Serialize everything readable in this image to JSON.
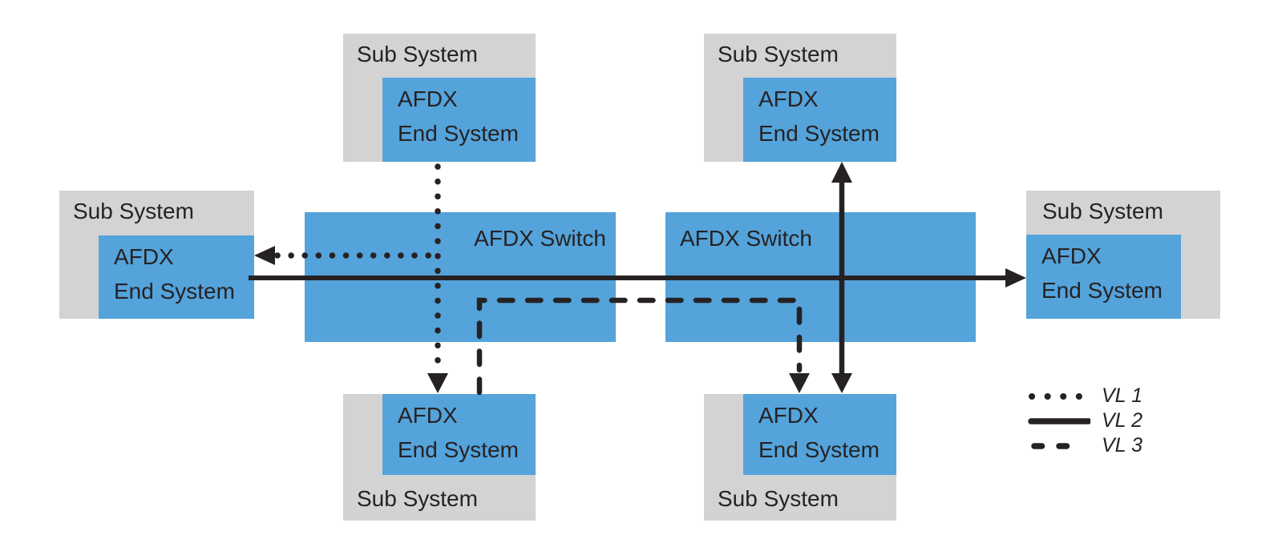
{
  "palette": {
    "blue": "#54a3db",
    "gray": "#d3d3d3",
    "ink": "#262223",
    "bg": "#ffffff"
  },
  "labels": {
    "sub_system": "Sub System",
    "afdx": "AFDX",
    "end_system": "End System",
    "switch_label": "AFDX Switch"
  },
  "legend": [
    {
      "line_style": "dotted",
      "label": "VL 1"
    },
    {
      "line_style": "solid",
      "label": "VL 2"
    },
    {
      "line_style": "dashed",
      "label": "VL 3"
    }
  ]
}
